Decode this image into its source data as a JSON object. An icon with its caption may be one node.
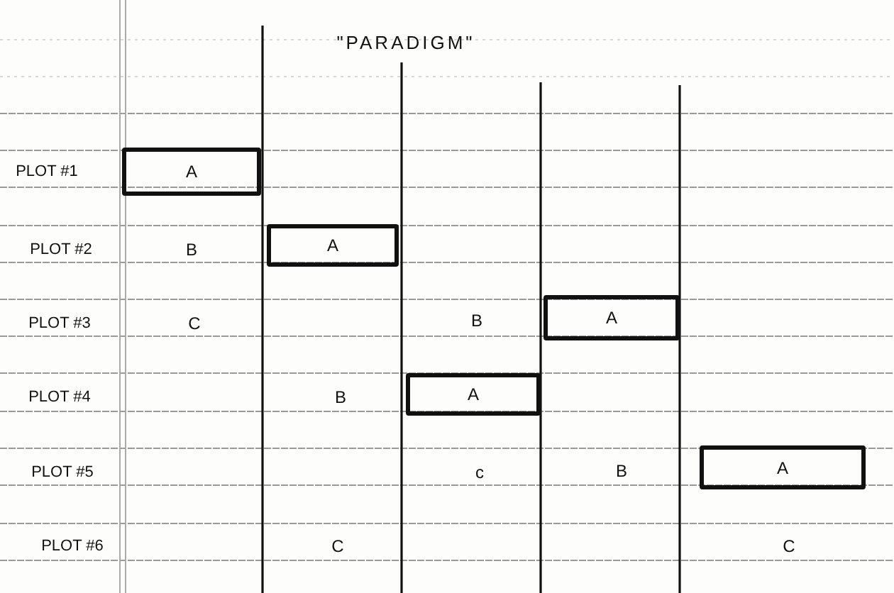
{
  "diagram": {
    "title": "\"PARADIGM\"",
    "nodes": [
      {
        "text": [
          "A"
        ]
      },
      {
        "text": [
          "A"
        ]
      },
      {
        "text": [
          "A"
        ]
      },
      {
        "text": [
          "A"
        ]
      },
      {
        "text": [
          "A"
        ]
      }
    ],
    "labels": [
      "PLOT #1",
      "PLOT #2",
      "B",
      "PLOT #3",
      "C",
      "B",
      "PLOT #4",
      "B",
      "PLOT #5",
      "c",
      "B",
      "PLOT #6",
      "C",
      "C"
    ]
  }
}
